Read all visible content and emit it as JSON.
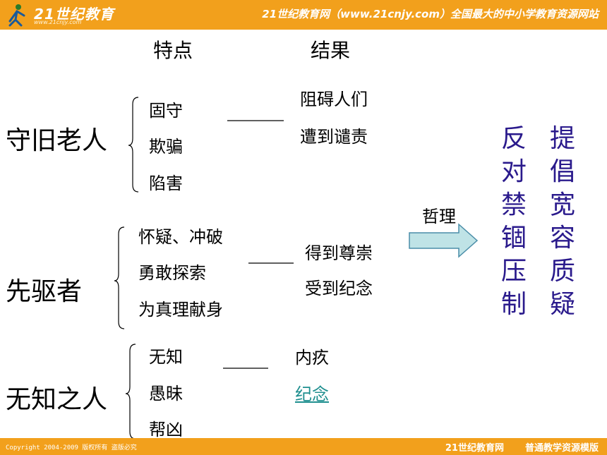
{
  "banner": {
    "logo_text": "21世纪教育",
    "logo_url": "www.21cnjy.com",
    "slogan": "21世纪教育网（www.21cnjy.com）全国最大的中小学教育资源网站"
  },
  "headers": {
    "features": "特点",
    "results": "结果"
  },
  "groups": [
    {
      "name": "守旧老人",
      "features": [
        "固守",
        "欺骗",
        "陷害"
      ],
      "results": [
        "阻碍人们",
        "遭到谴责"
      ]
    },
    {
      "name": "先驱者",
      "features": [
        "怀疑、冲破",
        "勇敢探索",
        "为真理献身"
      ],
      "results": [
        "得到尊崇",
        "受到纪念"
      ]
    },
    {
      "name": "无知之人",
      "features": [
        "无知",
        "愚昧",
        "帮凶"
      ],
      "results": [
        "内疚",
        "纪念"
      ]
    }
  ],
  "philosophy": {
    "label": "哲理"
  },
  "conclusions": {
    "col_left": [
      "反",
      "对",
      "禁",
      "锢",
      "压",
      "制"
    ],
    "col_right": [
      "提",
      "倡",
      "宽",
      "容",
      "质",
      "疑"
    ]
  },
  "footer": {
    "copyright": "Copyright 2004-2009 版权所有 盗版必究",
    "site": "21世纪教育网",
    "template": "普通教学资源模版"
  },
  "colors": {
    "banner": "#f2a01c",
    "conclusion_text": "#2a1a8c",
    "arrow_fill": "#bfe3e6",
    "arrow_stroke": "#4a8da8",
    "link": "#1f8f8f"
  }
}
